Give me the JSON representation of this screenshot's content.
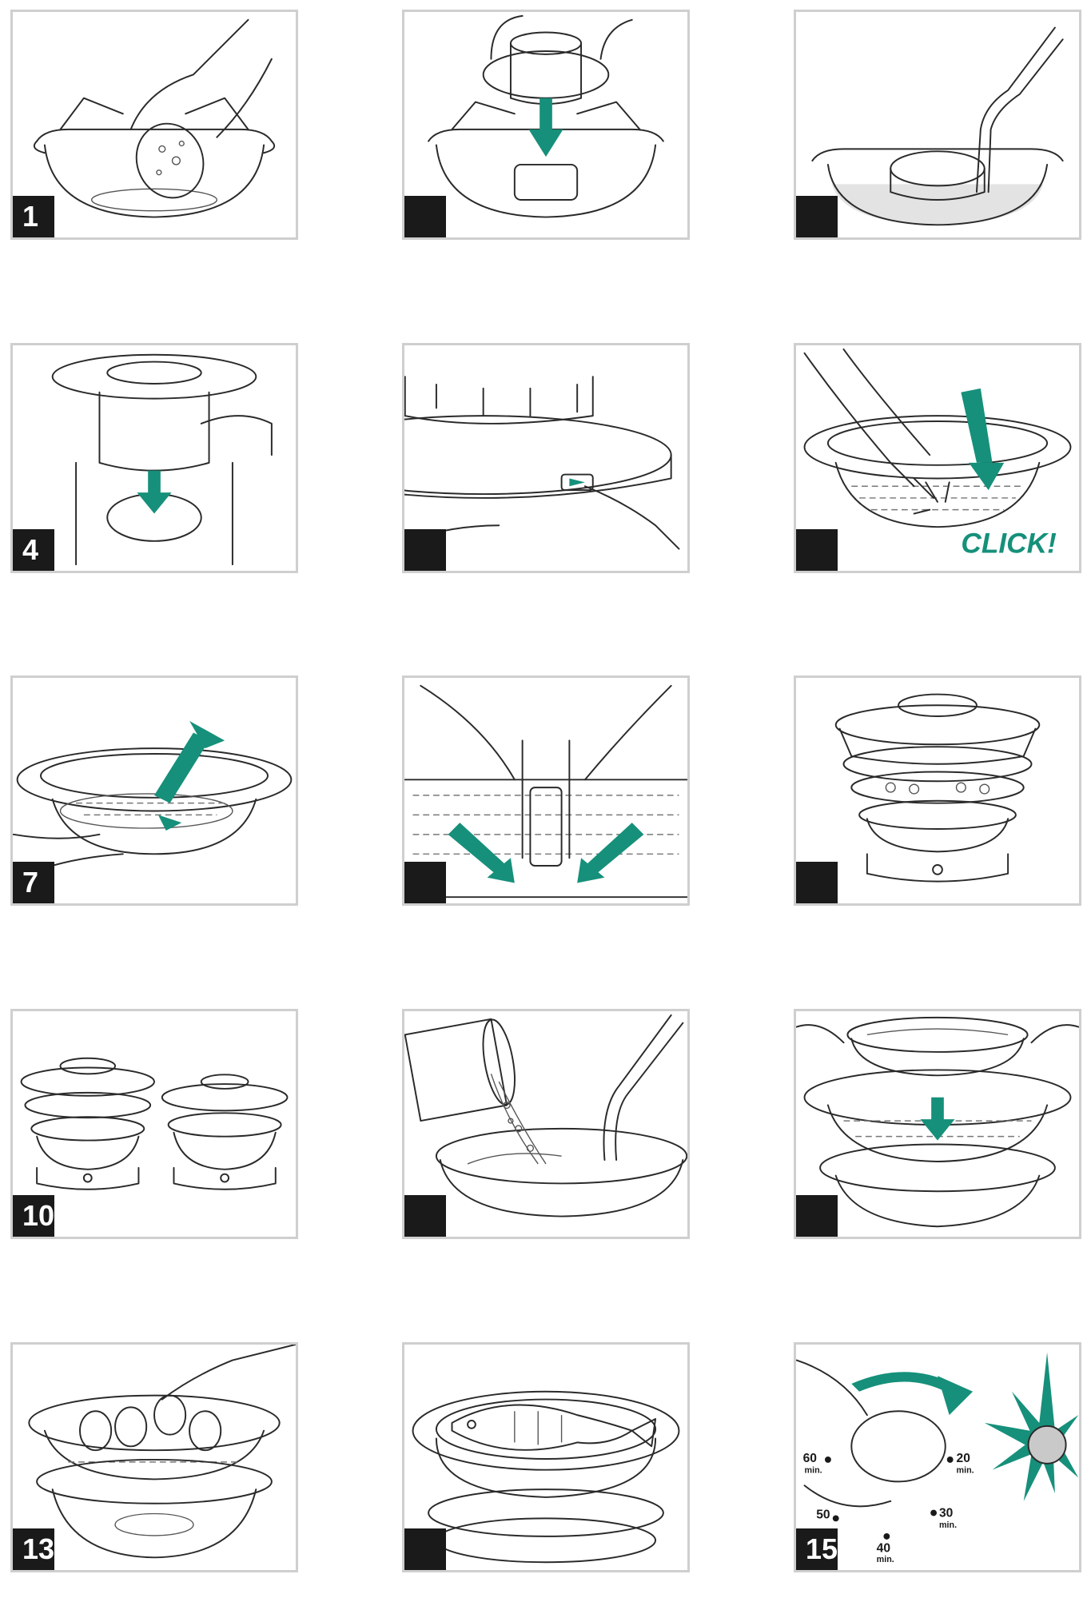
{
  "colors": {
    "accent": "#16907a",
    "badge": "#1a1a1a",
    "frame": "#cfcfcf",
    "line": "#2a2a2a"
  },
  "steps": [
    {
      "number": "1",
      "icon": "sponge-in-bowl-illustration"
    },
    {
      "number": "",
      "icon": "insert-reservoir-illustration"
    },
    {
      "number": "",
      "icon": "fill-water-illustration"
    },
    {
      "number": "4",
      "icon": "place-bowl-illustration"
    },
    {
      "number": "",
      "icon": "base-switch-illustration"
    },
    {
      "number": "",
      "icon": "basket-click-illustration"
    },
    {
      "number": "7",
      "icon": "remove-tray-illustration"
    },
    {
      "number": "",
      "icon": "tray-grip-illustration"
    },
    {
      "number": "",
      "icon": "stacked-steamer-illustration"
    },
    {
      "number": "10",
      "icon": "two-steamers-illustration"
    },
    {
      "number": "",
      "icon": "pour-rice-illustration"
    },
    {
      "number": "",
      "icon": "insert-rice-bowl-illustration"
    },
    {
      "number": "13",
      "icon": "eggs-in-basket-illustration"
    },
    {
      "number": "",
      "icon": "fish-in-basket-illustration"
    },
    {
      "number": "15",
      "icon": "timer-dial-illustration"
    }
  ],
  "panel6": {
    "click_label": "CLICK!"
  },
  "panel15": {
    "dial_labels": [
      "60",
      "20",
      "50",
      "30",
      "40"
    ],
    "unit_label": "min."
  }
}
